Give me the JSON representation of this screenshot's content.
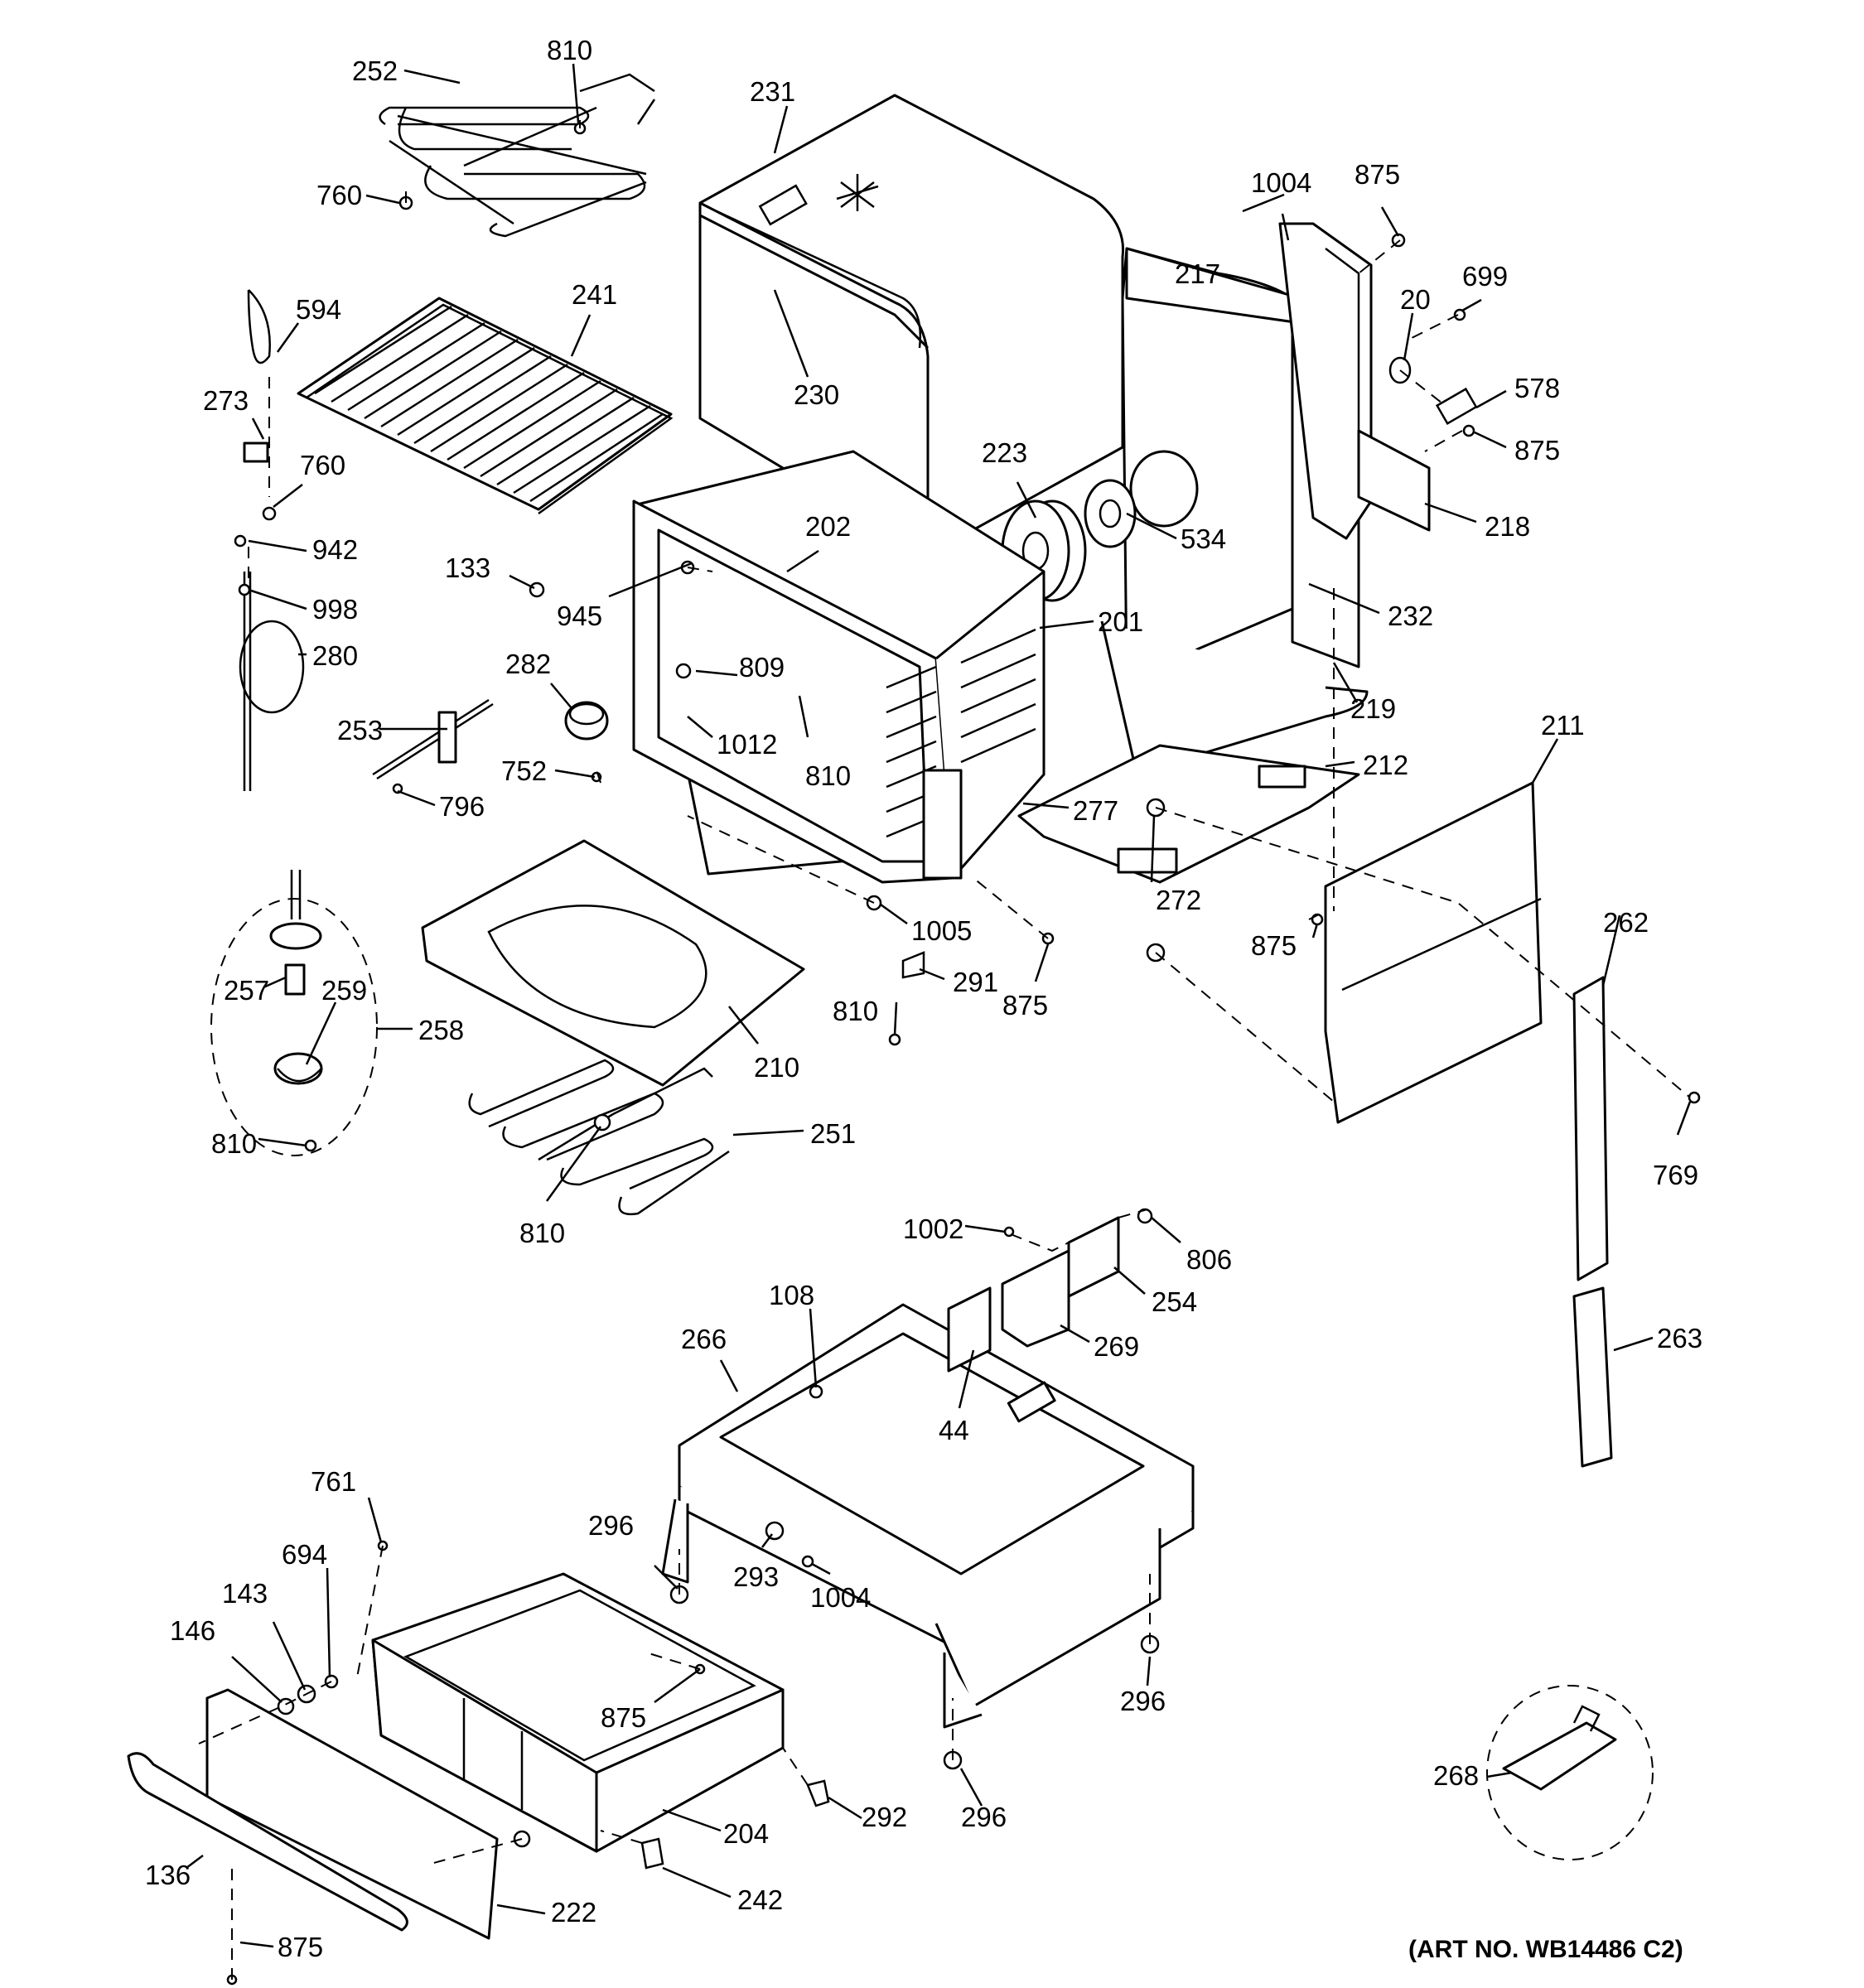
{
  "diagram": {
    "art_number": "(ART NO. WB14486 C2)",
    "callouts": {
      "c252": "252",
      "c810a": "810",
      "c231": "231",
      "c760a": "760",
      "c594": "594",
      "c241": "241",
      "c273": "273",
      "c230": "230",
      "c760b": "760",
      "c942": "942",
      "c133": "133",
      "c202": "202",
      "c945": "945",
      "c998": "998",
      "c280": "280",
      "c282": "282",
      "c809": "809",
      "c253": "253",
      "c1012": "1012",
      "c810b": "810",
      "c752": "752",
      "c796": "796",
      "c223": "223",
      "c534": "534",
      "c201": "201",
      "c1004a": "1004",
      "c875a": "875",
      "c217": "217",
      "c20": "20",
      "c699": "699",
      "c578": "578",
      "c875b": "875",
      "c218": "218",
      "c232": "232",
      "c219": "219",
      "c212": "212",
      "c211": "211",
      "c277": "277",
      "c272": "272",
      "c875c": "875",
      "c1005": "1005",
      "c291": "291",
      "c875d": "875",
      "c810c": "810",
      "c262": "262",
      "c769": "769",
      "c257": "257",
      "c259": "259",
      "c258": "258",
      "c210": "210",
      "c810d": "810",
      "c251": "251",
      "c810e": "810",
      "c1002": "1002",
      "c806": "806",
      "c254": "254",
      "c108": "108",
      "c266": "266",
      "c269": "269",
      "c44": "44",
      "c263": "263",
      "c761": "761",
      "c694": "694",
      "c143": "143",
      "c146": "146",
      "c296a": "296",
      "c293": "293",
      "c1004b": "1004",
      "c875e": "875",
      "c296b": "296",
      "c292": "292",
      "c296c": "296",
      "c204": "204",
      "c136": "136",
      "c242": "242",
      "c222": "222",
      "c875f": "875",
      "c268": "268"
    }
  }
}
